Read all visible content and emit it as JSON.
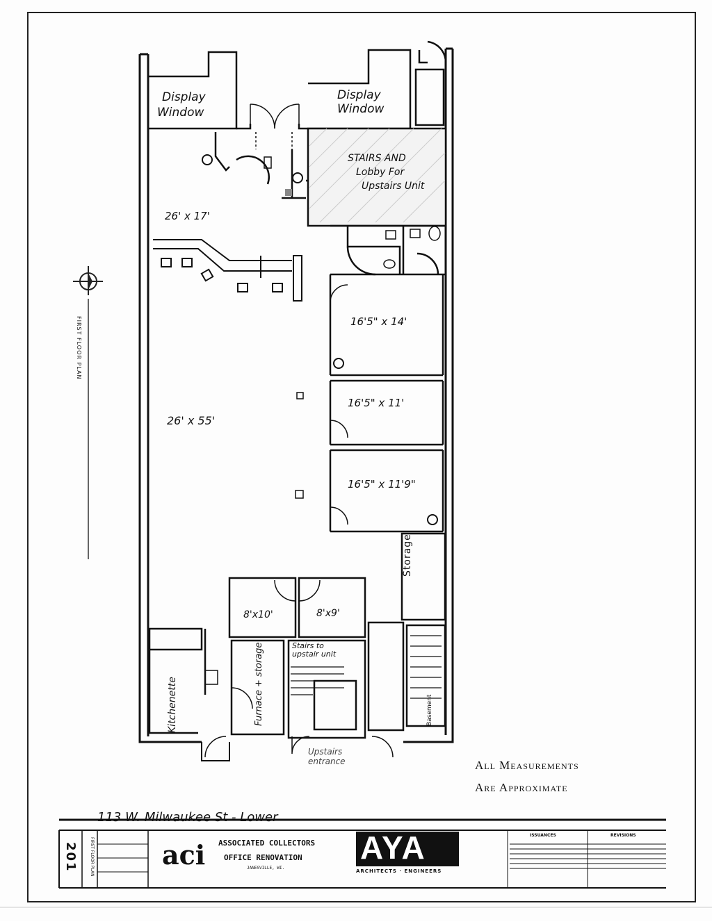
{
  "plan": {
    "address_title": "113 W. Milwaukee St - Lower",
    "rooms": {
      "display_window_left": "Display\nWindow",
      "display_window_right": "Display\nWindow",
      "stairs_lobby": "Stairs And\nLobby For\nUpstairs Unit",
      "front_room": "26' x 17'",
      "main_room": "26' x 55'",
      "office_1": "16'5\" x 14'",
      "office_2": "16'5\" x 11'",
      "office_3": "16'5\" x 11'9\"",
      "storage": "Storage",
      "room_8x10": "8'x10'",
      "room_8x9": "8'x9'",
      "stairs_upstairs": "Stairs to\nupstair unit",
      "furnace": "Furnace + storage",
      "kitchenette": "Kitchenette",
      "basement": "Basement",
      "upstairs_entrance": "Upstairs\nentrance"
    },
    "side_label": "FIRST FLOOR PLAN",
    "note_line1": "All Measurements",
    "note_line2": "Are Approximate"
  },
  "title_block": {
    "sheet_number": "201",
    "sheet_title": "FIRST FLOOR PLAN",
    "logo_text": "aci",
    "client_line1": "ASSOCIATED COLLECTORS",
    "client_line2": "OFFICE RENOVATION",
    "client_line3": "JANESVILLE, WI.",
    "firm_logo": "AYA",
    "firm_sub": "ARCHITECTS · ENGINEERS",
    "issuances_header": "ISSUANCES",
    "revisions_header": "REVISIONS"
  }
}
